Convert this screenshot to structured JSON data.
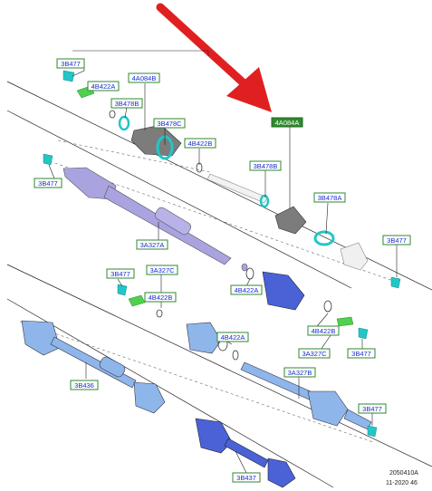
{
  "colors": {
    "callout_border": "#2f8a2f",
    "callout_text": "#1b2bd0",
    "highlight_fill": "#2f8a2f",
    "arrow": "#e02020",
    "shaft_purple": "#a9a3e0",
    "shaft_blue": "#8fb6ea",
    "shaft_dark_blue": "#4a62d6",
    "boot_gray": "#7c7c7c",
    "clip_cyan": "#22c6c6",
    "clamp_green": "#4fd04f"
  },
  "callouts": {
    "c1": "3B477",
    "c2": "4B422A",
    "c3": "4A084B",
    "c4": "3B478B",
    "c5": "3B478C",
    "c6": "4B422B",
    "c7": "4A084A",
    "c8": "3B478B",
    "c9": "3B477",
    "c10": "3B478A",
    "c11": "3A327A",
    "c12": "3B477",
    "c13": "3B477",
    "c14": "3A327C",
    "c15": "4B422B",
    "c16": "4B422A",
    "c17": "4B422A",
    "c18": "4B422B",
    "c19": "3A327C",
    "c20": "3B477",
    "c21": "3A327B",
    "c22": "3B436",
    "c23": "3B477",
    "c24": "3B437"
  },
  "footer": {
    "line1": "2050410A",
    "line2": "11-2020 46"
  }
}
